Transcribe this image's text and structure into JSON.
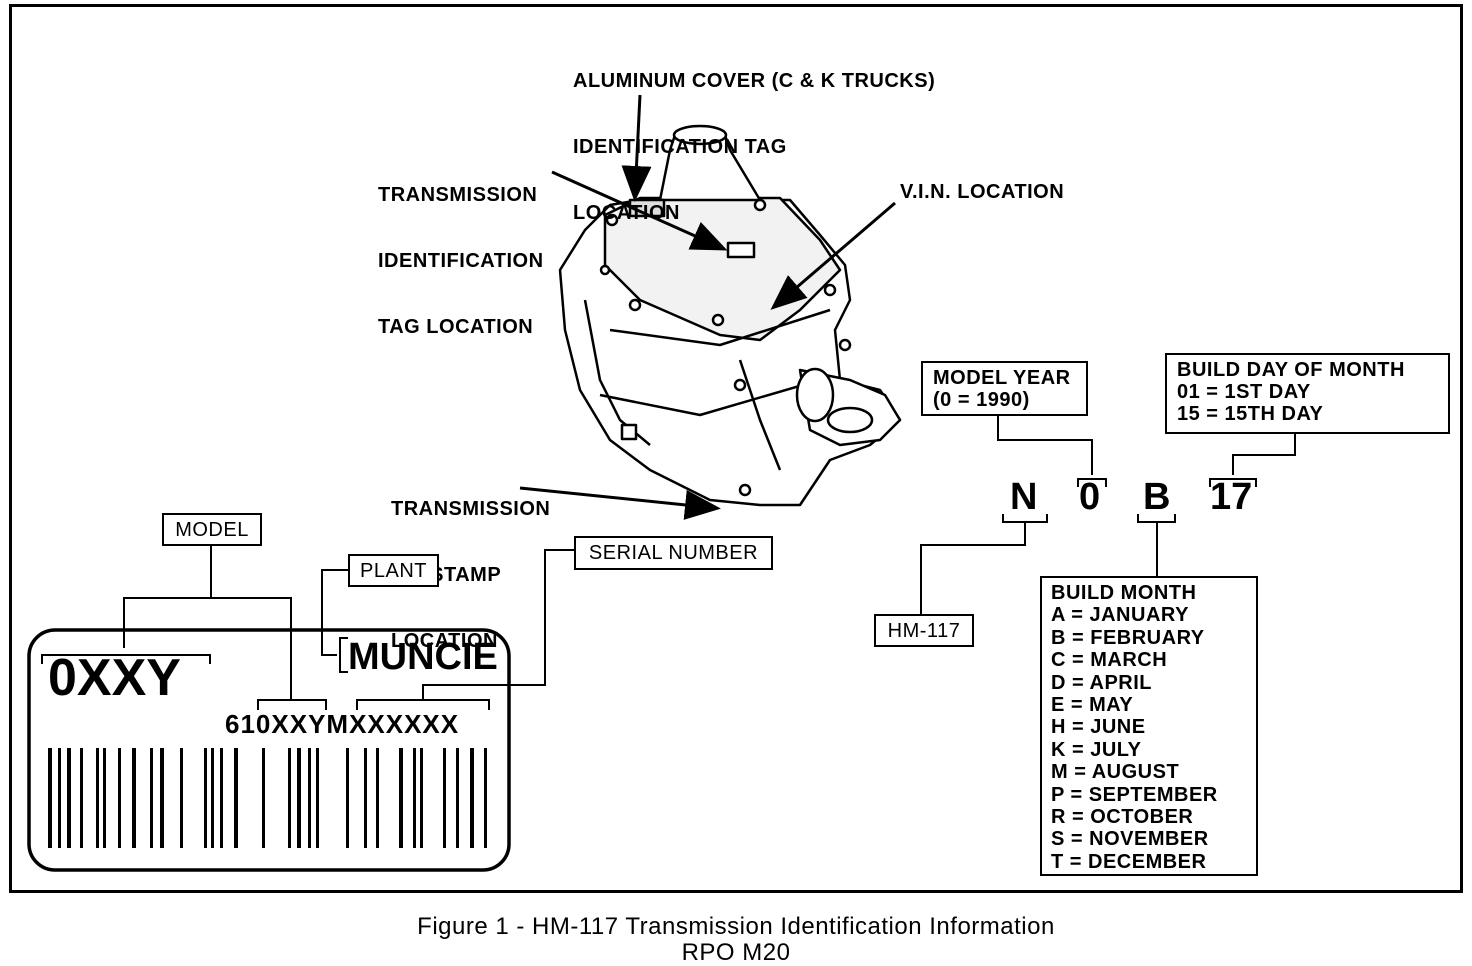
{
  "callouts": {
    "aluminum_cover": [
      "ALUMINUM COVER (C & K TRUCKS)",
      "IDENTIFICATION TAG",
      "LOCATION"
    ],
    "trans_id_tag": [
      "TRANSMISSION",
      "IDENTIFICATION",
      "TAG LOCATION"
    ],
    "vin_location": "V.I.N. LOCATION",
    "trans_stamp": [
      "TRANSMISSION",
      "I.D. STAMP",
      "LOCATION"
    ]
  },
  "code": {
    "char_model": "N",
    "char_year": "0",
    "char_month": "B",
    "char_day": "17"
  },
  "model_year_box": [
    "MODEL YEAR",
    "(0 = 1990)"
  ],
  "build_day_box": [
    "BUILD DAY OF MONTH",
    "01 = 1ST DAY",
    "15 = 15TH DAY"
  ],
  "hm_box": "HM-117",
  "build_month_box": {
    "title": "BUILD MONTH",
    "months": [
      "A = JANUARY",
      "B = FEBRUARY",
      "C = MARCH",
      "D = APRIL",
      "E = MAY",
      "H = JUNE",
      "K = JULY",
      "M = AUGUST",
      "P = SEPTEMBER",
      "R = OCTOBER",
      "S = NOVEMBER",
      "T = DECEMBER"
    ]
  },
  "label_boxes": {
    "model": "MODEL",
    "plant": "PLANT",
    "serial": "SERIAL NUMBER"
  },
  "tag": {
    "model_code": "0XXY",
    "plant_name": "MUNCIE",
    "serial_prefix": "610XXY",
    "serial_suffix": "MXXXXXX"
  },
  "caption": {
    "line1": "Figure 1 - HM-117 Transmission Identification Information",
    "line2": "RPO M20"
  }
}
